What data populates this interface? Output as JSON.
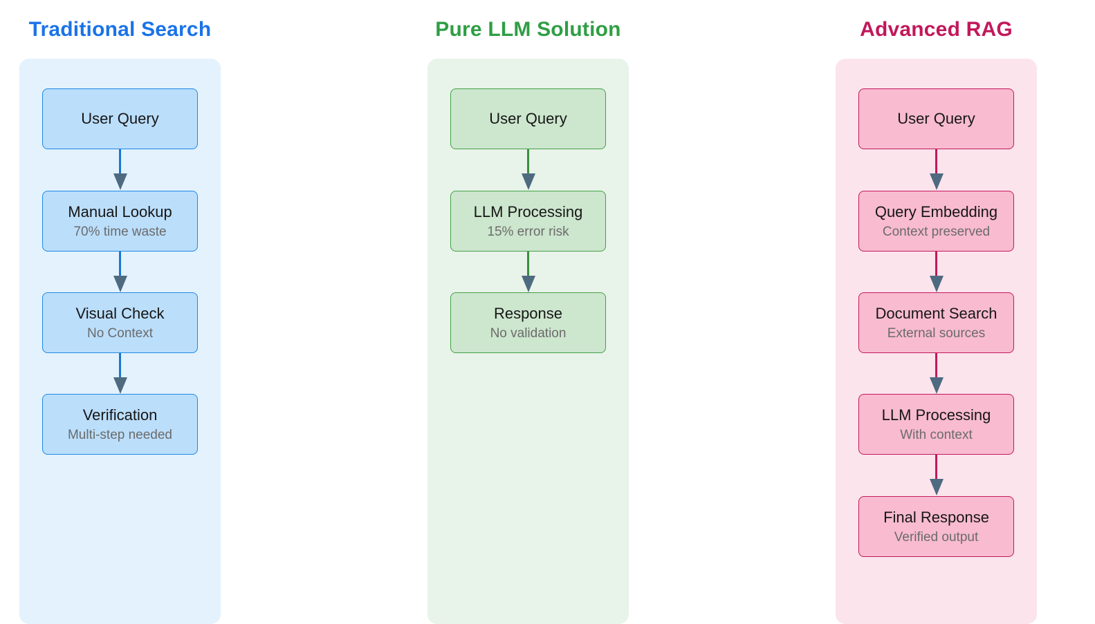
{
  "diagram": {
    "arrowhead_color": "#4E6A80",
    "columns": [
      {
        "title": "Traditional Search",
        "theme": {
          "title_color": "#1A73E8",
          "panel_bg": "#E3F2FD",
          "node_bg": "#BBDEFB",
          "node_border": "#1E88E5",
          "arrow_color": "#1976D2"
        },
        "nodes": [
          {
            "label": "User Query",
            "sublabel": ""
          },
          {
            "label": "Manual Lookup",
            "sublabel": "70% time waste"
          },
          {
            "label": "Visual Check",
            "sublabel": "No Context"
          },
          {
            "label": "Verification",
            "sublabel": "Multi-step needed"
          }
        ]
      },
      {
        "title": "Pure LLM Solution",
        "theme": {
          "title_color": "#2F9E44",
          "panel_bg": "#E8F3E9",
          "node_bg": "#CDE6CE",
          "node_border": "#43A047",
          "arrow_color": "#388E3C"
        },
        "nodes": [
          {
            "label": "User Query",
            "sublabel": ""
          },
          {
            "label": "LLM Processing",
            "sublabel": "15% error risk"
          },
          {
            "label": "Response",
            "sublabel": "No validation"
          }
        ]
      },
      {
        "title": "Advanced RAG",
        "theme": {
          "title_color": "#C2185B",
          "panel_bg": "#FCE4EC",
          "node_bg": "#F8BBD0",
          "node_border": "#C2185B",
          "arrow_color": "#C2185B"
        },
        "nodes": [
          {
            "label": "User Query",
            "sublabel": ""
          },
          {
            "label": "Query Embedding",
            "sublabel": "Context preserved"
          },
          {
            "label": "Document Search",
            "sublabel": "External sources"
          },
          {
            "label": "LLM Processing",
            "sublabel": "With context"
          },
          {
            "label": "Final Response",
            "sublabel": "Verified output"
          }
        ]
      }
    ]
  }
}
